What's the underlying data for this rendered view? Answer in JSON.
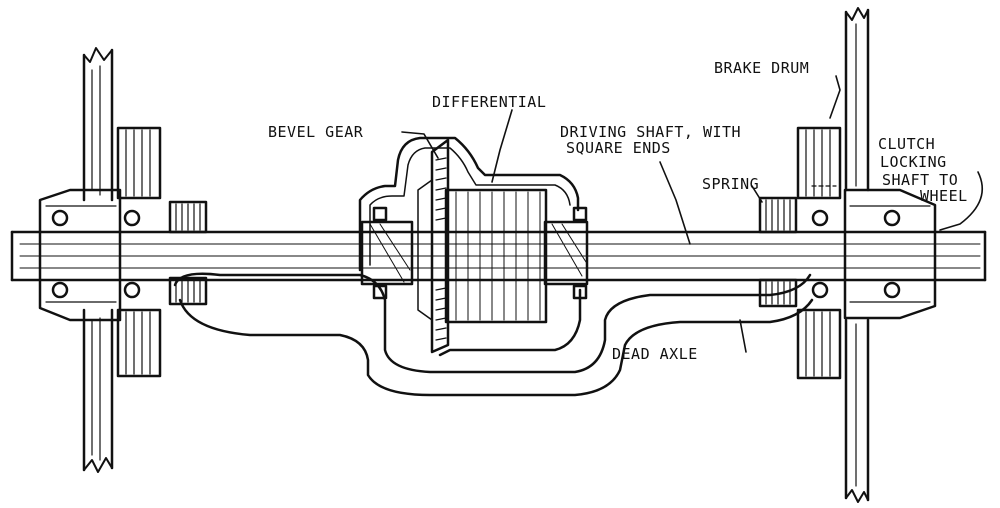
{
  "diagram": {
    "ink_color": "#111111",
    "paper_color": "#ffffff",
    "labels": {
      "brake_drum": "BRAKE DRUM",
      "differential": "DIFFERENTIAL",
      "bevel_gear": "BEVEL GEAR",
      "driving_shaft_line1": "DRIVING SHAFT, WITH",
      "driving_shaft_line2": "SQUARE ENDS",
      "clutch_line1": "CLUTCH",
      "clutch_line2": "LOCKING",
      "clutch_line3": "SHAFT TO",
      "clutch_line4": "WHEEL",
      "spring": "SPRING",
      "dead_axle": "DEAD AXLE"
    }
  }
}
